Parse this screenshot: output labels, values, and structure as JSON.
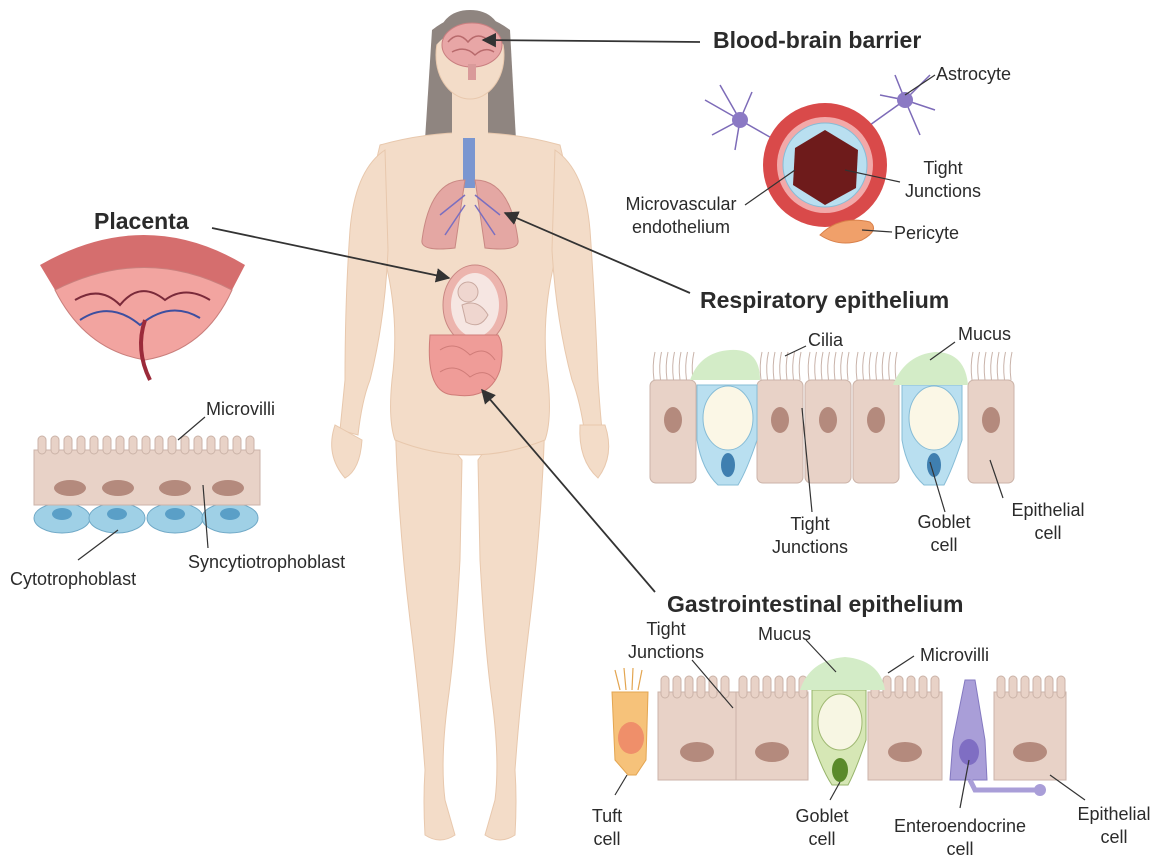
{
  "titles": {
    "bbb": "Blood-brain barrier",
    "placenta": "Placenta",
    "respiratory": "Respiratory epithelium",
    "gi": "Gastrointestinal epithelium"
  },
  "bbb_labels": {
    "astrocyte": "Astrocyte",
    "tight_junctions": [
      "Tight",
      "Junctions"
    ],
    "microvascular_endothelium": [
      "Microvascular",
      "endothelium"
    ],
    "pericyte": "Pericyte"
  },
  "placenta_labels": {
    "microvilli": "Microvilli",
    "cytotrophoblast": "Cytotrophoblast",
    "syncytiotrophoblast": "Syncytiotrophoblast"
  },
  "respiratory_labels": {
    "cilia": "Cilia",
    "mucus": "Mucus",
    "tight_junctions": [
      "Tight",
      "Junctions"
    ],
    "goblet_cell": [
      "Goblet",
      "cell"
    ],
    "epithelial_cell": [
      "Epithelial",
      "cell"
    ]
  },
  "gi_labels": {
    "tight_junctions": [
      "Tight",
      "Junctions"
    ],
    "mucus": "Mucus",
    "microvilli": "Microvilli",
    "tuft_cell": [
      "Tuft",
      "cell"
    ],
    "goblet_cell": [
      "Goblet",
      "cell"
    ],
    "enteroendocrine_cell": [
      "Enteroendocrine",
      "cell"
    ],
    "epithelial_cell": [
      "Epithelial",
      "cell"
    ]
  },
  "colors": {
    "skin": "#f3dcc8",
    "skin_outline": "#e8c8ad",
    "hair": "#8f8580",
    "cell_body": "#e8d2c7",
    "nucleus": "#b48a7d",
    "goblet": "#b9dff0",
    "mucus": "#d3ecc7",
    "vessel_red": "#d94a4a",
    "vessel_lumen": "#6e1b1b",
    "astrocyte": "#7d6bb8",
    "pericyte": "#f0a06a",
    "tuft": "#f6c27a",
    "enteroendocrine": "#a99ed8",
    "arrow": "#333333"
  }
}
